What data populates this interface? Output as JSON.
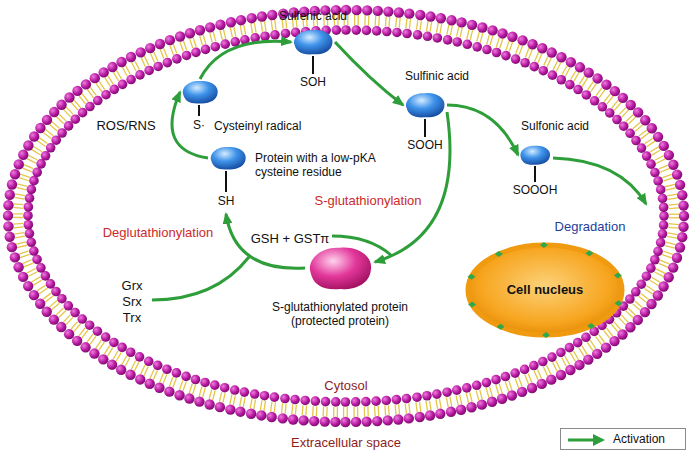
{
  "diagram": {
    "nodes": [
      {
        "text": [
          "Protein with a low-pKA cysteine residue",
          "SH"
        ]
      },
      {
        "text": [
          "Cysteinyl radical",
          "S·"
        ]
      },
      {
        "text": [
          "Sulfenic acid",
          "SOH"
        ]
      },
      {
        "text": [
          "Sulfinic acid",
          "SOOH"
        ]
      },
      {
        "text": [
          "Sulfonic acid",
          "SOOOH"
        ]
      },
      {
        "text": [
          "S-glutathionylated protein (protected protein)"
        ]
      },
      {
        "text": [
          "Cell nucleus"
        ]
      }
    ],
    "edges": [
      {
        "from": 0,
        "to": 1,
        "arrow": "to"
      },
      {
        "from": 1,
        "to": 2,
        "arrow": "to"
      },
      {
        "from": 2,
        "to": 3,
        "arrow": "to"
      },
      {
        "from": 3,
        "to": 4,
        "arrow": "to"
      },
      {
        "from": 3,
        "to": 5,
        "arrow": "to"
      },
      {
        "from": 5,
        "to": 0,
        "arrow": "to"
      }
    ],
    "labels": [
      "ROS/RNS",
      "S-glutathionylation",
      "GSH + GSTπ",
      "Deglutathionylation",
      "Grx",
      "Srx",
      "Trx",
      "Degradation",
      "Cytosol",
      "Extracellular space"
    ],
    "legend": [
      {
        "text": "Activation"
      }
    ]
  }
}
